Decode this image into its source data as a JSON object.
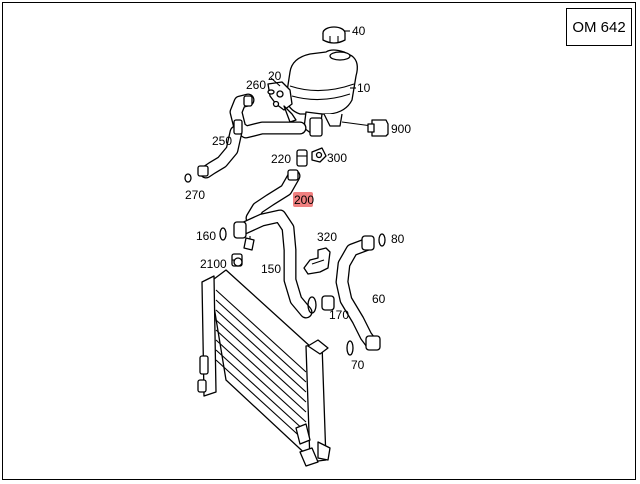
{
  "engine_code": "OM 642",
  "highlight_color": "#f08080",
  "parts": {
    "p40": "40",
    "p10": "10",
    "p20": "20",
    "p260": "260",
    "p900": "900",
    "p250": "250",
    "p220": "220",
    "p300": "300",
    "p270": "270",
    "p200": "200",
    "p160": "160",
    "p320": "320",
    "p80": "80",
    "p2100": "2100",
    "p150": "150",
    "p60": "60",
    "p170": "170",
    "p70": "70"
  }
}
